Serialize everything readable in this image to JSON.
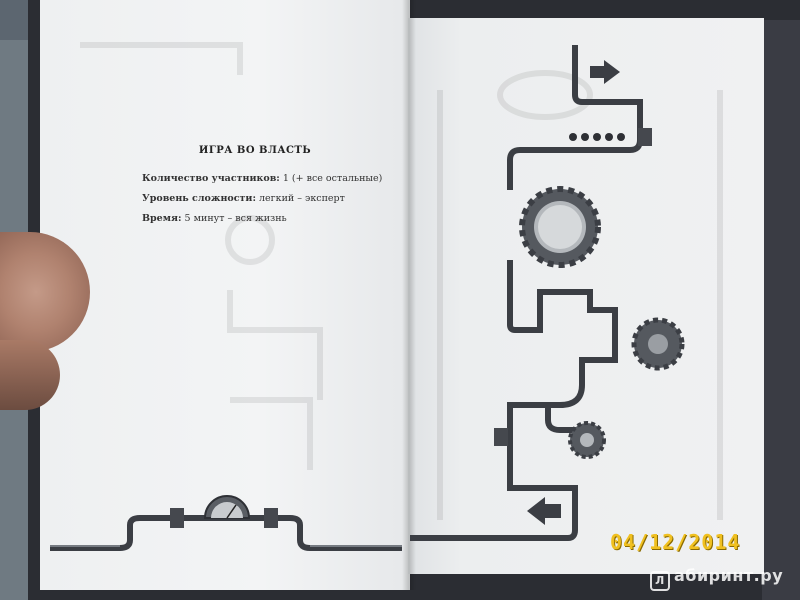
{
  "book": {
    "heading": "ИГРА ВО ВЛАСТЬ",
    "participants_label": "Количество участников:",
    "participants_value": "1 (+ все остальные)",
    "difficulty_label": "Уровень сложности:",
    "difficulty_value": "легкий – эксперт",
    "time_label": "Время:",
    "time_value": "5 минут – вся жизнь"
  },
  "photo": {
    "date_stamp": "04/12/2014",
    "watermark": "абиринт.ру",
    "watermark_logo_letter": "Л"
  },
  "colors": {
    "pipe": "#3b3e44",
    "pipe_highlight": "#8a8f96",
    "gear": "#55595f",
    "date": "#f0c020"
  }
}
